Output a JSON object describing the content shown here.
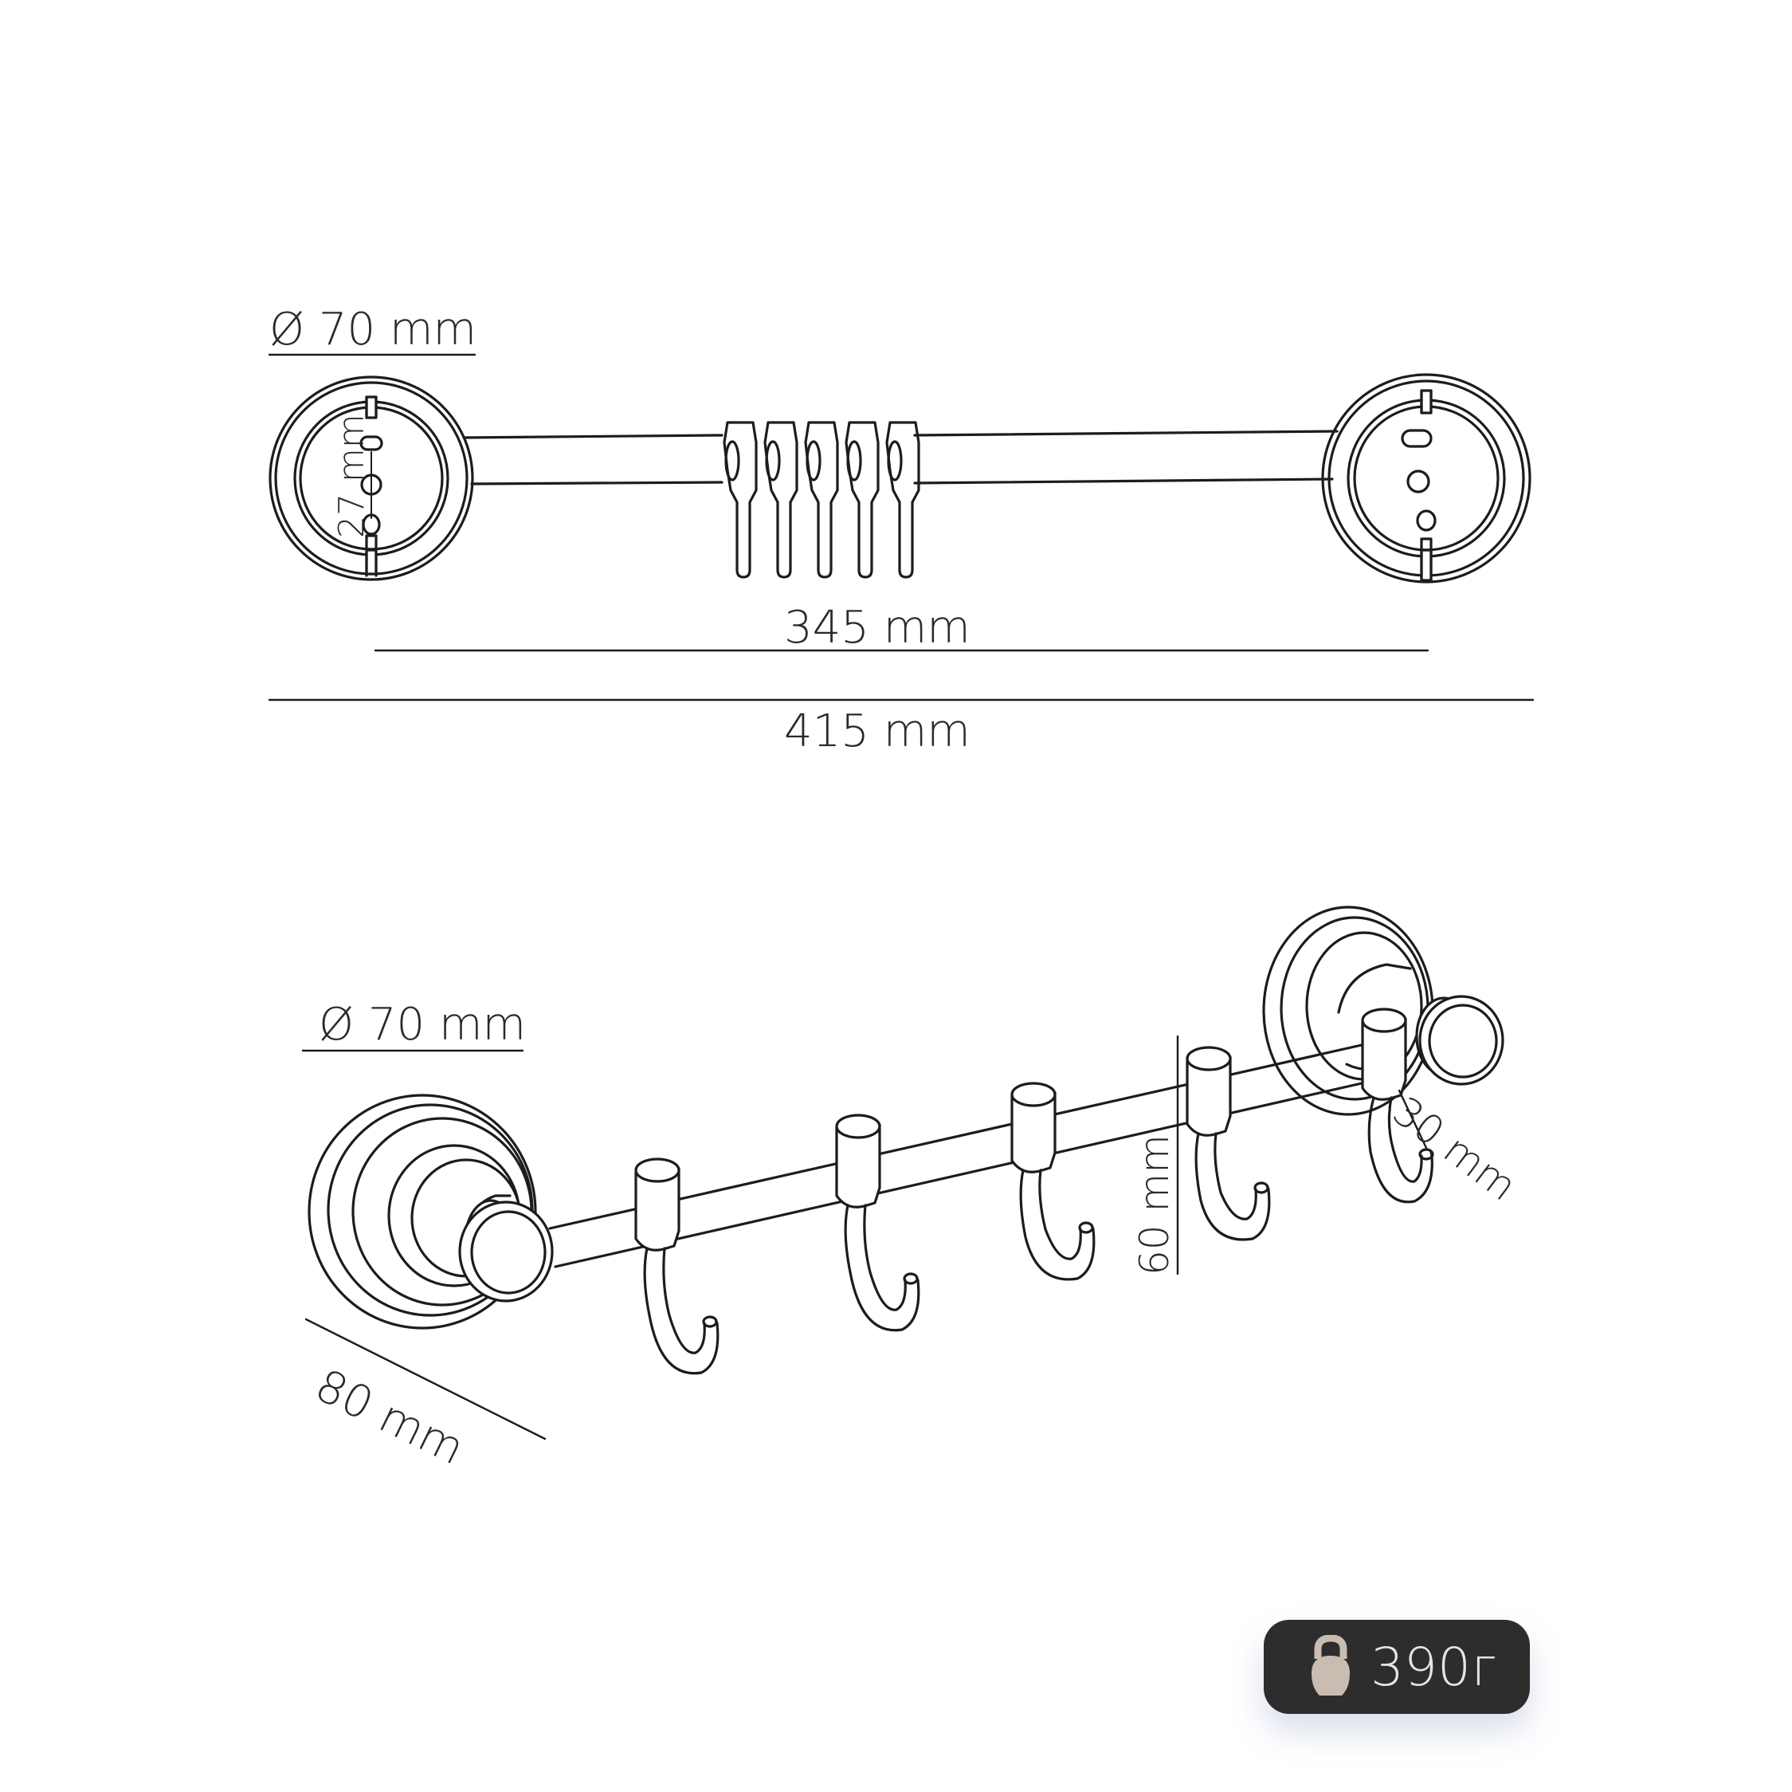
{
  "top_view": {
    "diameter_label": "Ø 70 mm",
    "hole_spacing_label": "27 mm",
    "rod_length_label": "345 mm",
    "total_length_label": "415 mm"
  },
  "front_view": {
    "diameter_label": "Ø 70 mm",
    "depth_label": "80 mm",
    "hook_height_label": "60 mm",
    "hook_depth_label": "30 mm"
  },
  "weight_badge": {
    "icon": "kettlebell-icon",
    "value": "390г",
    "background": "#2d2d2d",
    "icon_color": "#c9bcb0"
  }
}
